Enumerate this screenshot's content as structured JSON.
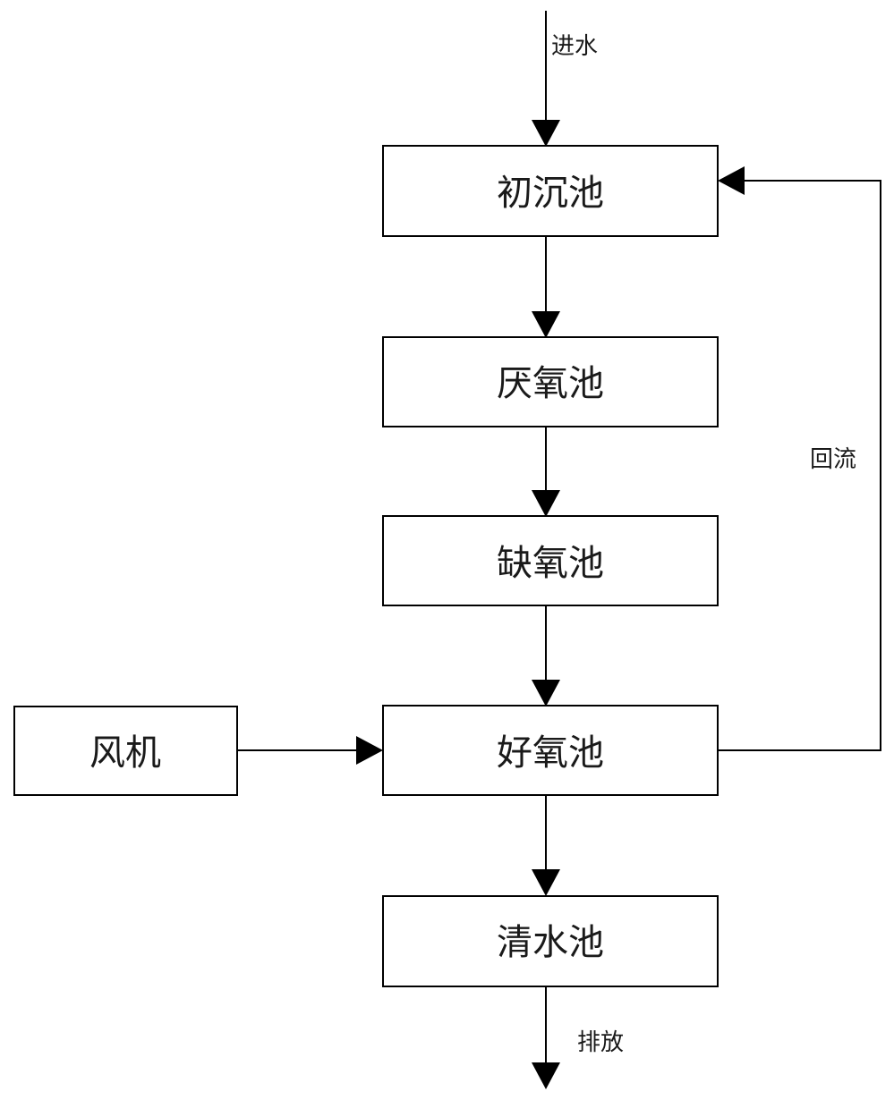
{
  "nodes": {
    "primary_sedimentation": "初沉池",
    "anaerobic": "厌氧池",
    "anoxic": "缺氧池",
    "aerobic": "好氧池",
    "clear_water": "清水池",
    "blower": "风机"
  },
  "edges": {
    "inflow": "进水",
    "return_flow": "回流",
    "discharge": "排放"
  },
  "colors": {
    "line": "#000000",
    "box_fill": "#ffffff",
    "text": "#1a1a1a"
  }
}
